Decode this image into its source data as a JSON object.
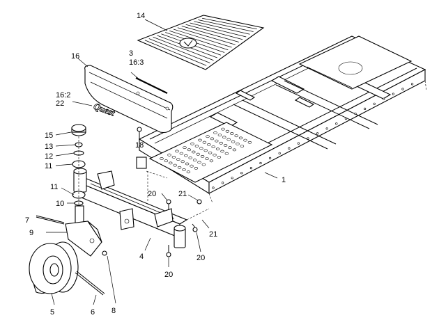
{
  "labels": {
    "l14": "14",
    "l3": "3",
    "l16_3": "16:3",
    "l16": "16",
    "l16_2": "16:2",
    "l22": "22",
    "l15": "15",
    "l13": "13",
    "l12": "12",
    "l11a": "11",
    "l18": "18",
    "l1": "1",
    "l11b": "11",
    "l10": "10",
    "l20a": "20",
    "l21a": "21",
    "l7": "7",
    "l9": "9",
    "l21b": "21",
    "l4": "4",
    "l20b": "20",
    "l20c": "20",
    "l8": "8",
    "l5": "5",
    "l6": "6"
  },
  "decal_text": "Quest"
}
